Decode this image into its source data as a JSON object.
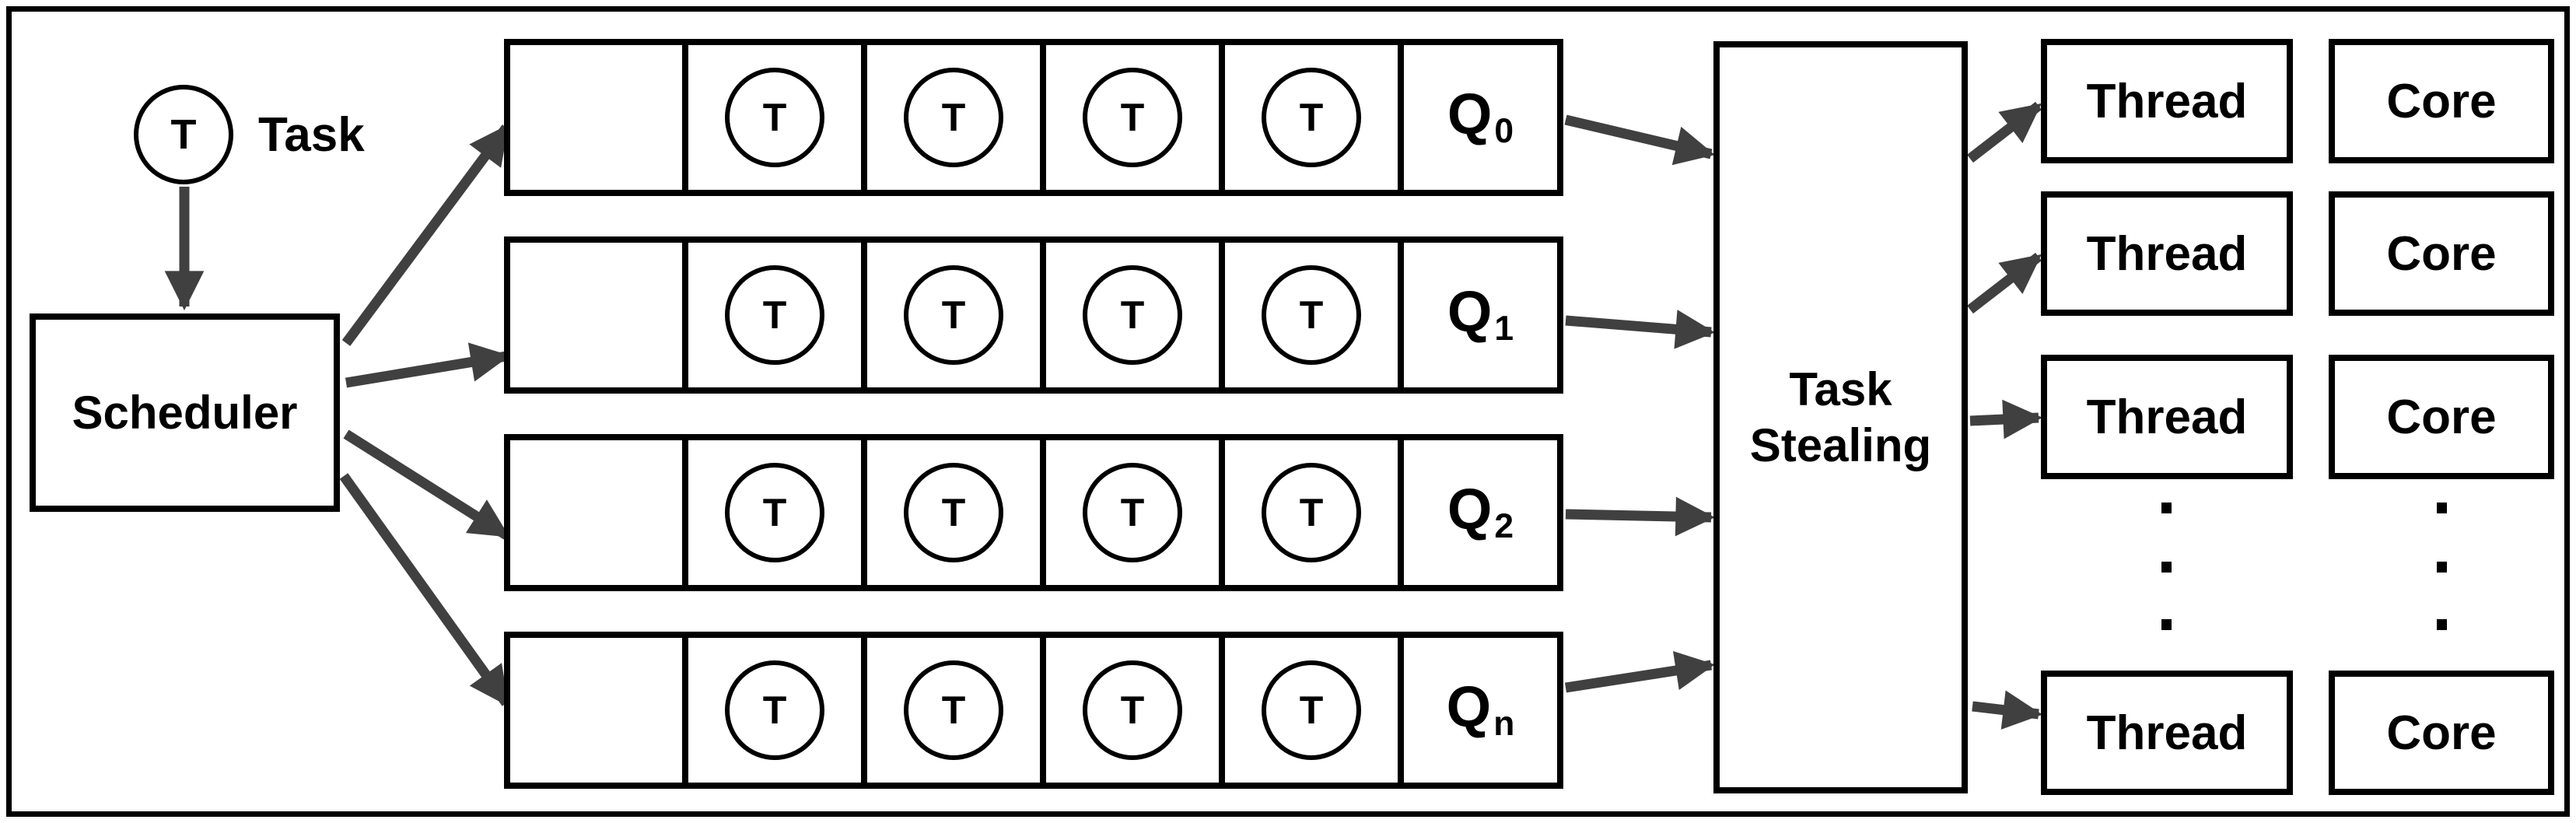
{
  "legend": {
    "symbol": "T",
    "label": "Task"
  },
  "scheduler": {
    "label": "Scheduler"
  },
  "queues": [
    {
      "base": "Q",
      "sub": "0",
      "tasks": [
        "T",
        "T",
        "T",
        "T"
      ]
    },
    {
      "base": "Q",
      "sub": "1",
      "tasks": [
        "T",
        "T",
        "T",
        "T"
      ]
    },
    {
      "base": "Q",
      "sub": "2",
      "tasks": [
        "T",
        "T",
        "T",
        "T"
      ]
    },
    {
      "base": "Q",
      "sub": "n",
      "tasks": [
        "T",
        "T",
        "T",
        "T"
      ]
    }
  ],
  "task_stealing": {
    "line1": "Task",
    "line2": "Stealing"
  },
  "threads": [
    {
      "label": "Thread"
    },
    {
      "label": "Thread"
    },
    {
      "label": "Thread"
    },
    {
      "label": "Thread"
    }
  ],
  "cores": [
    {
      "label": "Core"
    },
    {
      "label": "Core"
    },
    {
      "label": "Core"
    },
    {
      "label": "Core"
    }
  ],
  "colors": {
    "box_stroke": "#000000",
    "arrow": "#404040",
    "text": "#000000",
    "background": "#ffffff"
  }
}
